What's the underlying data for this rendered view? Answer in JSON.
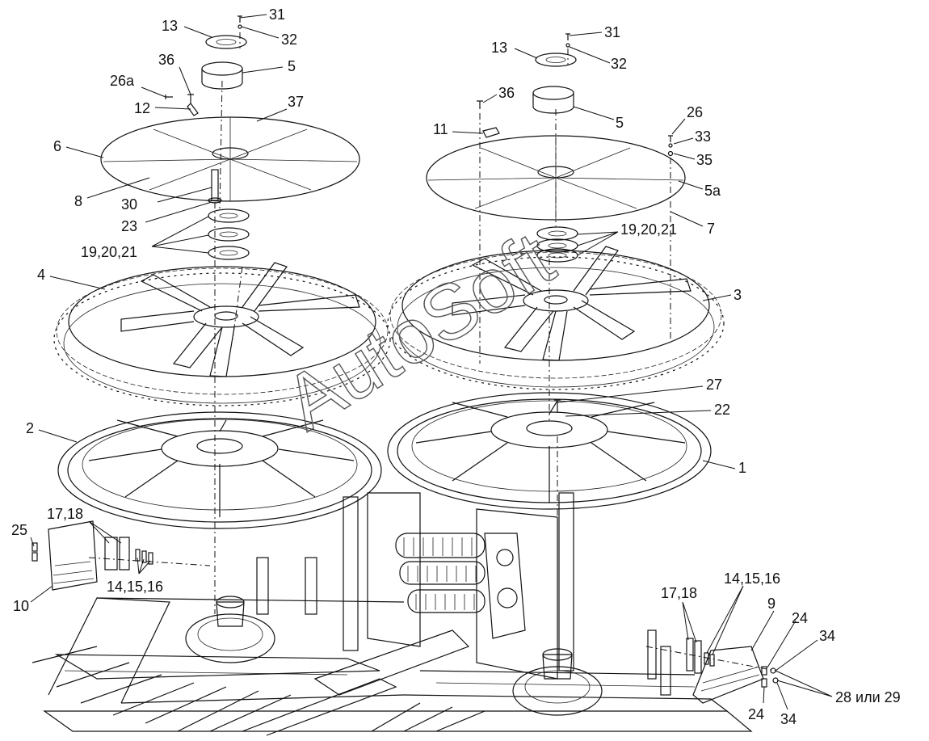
{
  "watermark": "AutoSoft",
  "callouts": [
    "31",
    "32",
    "13",
    "5",
    "36",
    "26a",
    "12",
    "37",
    "6",
    "8",
    "30",
    "23",
    "19,20,21",
    "4",
    "2",
    "17,18",
    "25",
    "14,15,16",
    "10",
    "31",
    "32",
    "13",
    "36",
    "5",
    "26",
    "33",
    "11",
    "35",
    "5a",
    "7",
    "19,20,21",
    "3",
    "27",
    "22",
    "1",
    "14,15,16",
    "17,18",
    "9",
    "24",
    "34",
    "28 или 29",
    "24",
    "34"
  ]
}
